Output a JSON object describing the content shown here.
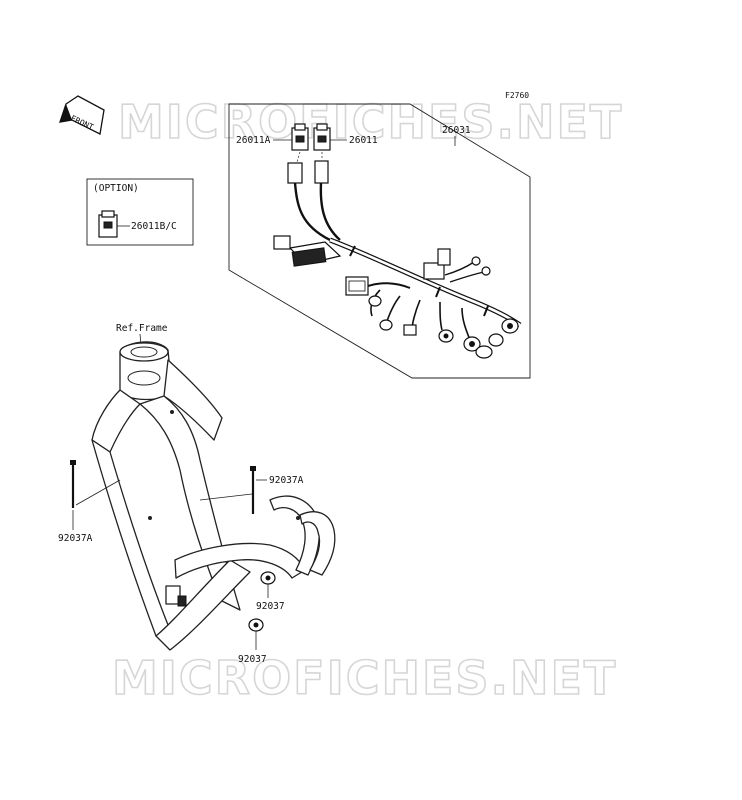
{
  "figure_code": "F2760",
  "front_arrow": "FRONT",
  "watermark": "MICROFICHES.NET",
  "option_label": "(OPTION)",
  "parts": {
    "harness": "26031",
    "connector_a": "26011A",
    "connector": "26011",
    "connector_bc": "26011B/C",
    "clamp_a_right": "92037A",
    "clamp_a_left": "92037A",
    "clamp_mid": "92037",
    "clamp_bottom": "92037"
  },
  "ref_frame": "Ref.Frame"
}
